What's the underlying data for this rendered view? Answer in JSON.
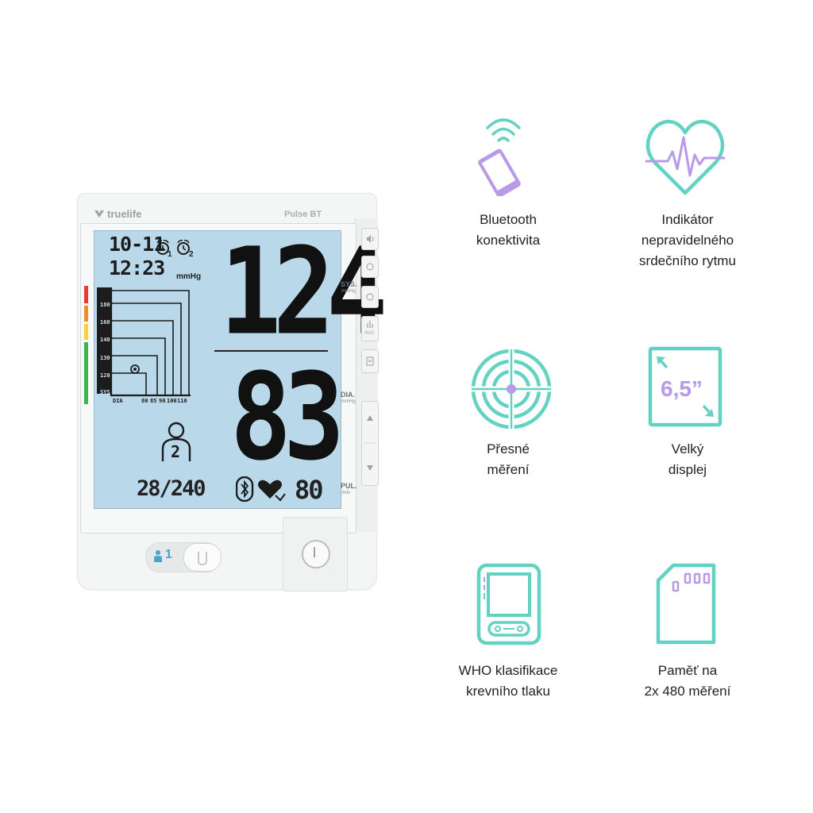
{
  "device": {
    "brand": "truelife",
    "model": "Pulse BT",
    "lcd": {
      "date": "10-11",
      "time": "12:23",
      "alarm1": "1",
      "alarm2": "2",
      "unit": "mmHg",
      "systolic": "124",
      "diastolic": "83",
      "pulse": "80",
      "memory": "28/240",
      "user_number": "2",
      "who_scale": {
        "sys_ticks": [
          "180",
          "160",
          "140",
          "130",
          "120",
          "SYS"
        ],
        "dia_ticks": [
          "DIA",
          "80",
          "85",
          "90",
          "100",
          "110"
        ]
      }
    },
    "side_labels": {
      "sys": "SYS.",
      "sys_unit": "mmHg",
      "dia": "DIA.",
      "dia_unit": "mmHg",
      "pul": "PUL.",
      "pul_unit": "/min"
    },
    "side_buttons": [
      "speaker-icon",
      "alarm-1-icon",
      "alarm-2-icon",
      "avg-icon",
      "memory-icon",
      "up-arrow-icon",
      "down-arrow-icon"
    ],
    "avg_label": "AVG",
    "user_switch_label": "1"
  },
  "features": [
    {
      "icon": "phone-bluetooth-icon",
      "text": "Bluetooth\nkonektivita"
    },
    {
      "icon": "heart-rhythm-icon",
      "text": "Indikátor\nnepravidelného\nsrdečního rytmu"
    },
    {
      "icon": "target-icon",
      "text": "Přesné\nměření"
    },
    {
      "icon": "display-size-icon",
      "text": "Velký\ndisplej",
      "size_label": "6,5”"
    },
    {
      "icon": "device-who-icon",
      "text": "WHO klasifikace\nkrevního tlaku"
    },
    {
      "icon": "memory-card-icon",
      "text": "Paměť na\n2x 480 měření"
    }
  ],
  "colors": {
    "teal": "#63d2c2",
    "purple": "#b89ae6",
    "lcd_bg": "#b9d9ea",
    "who_red": "#e53b30",
    "who_orange": "#f28c28",
    "who_yellow": "#f4d23a",
    "who_green": "#3ab54a"
  }
}
